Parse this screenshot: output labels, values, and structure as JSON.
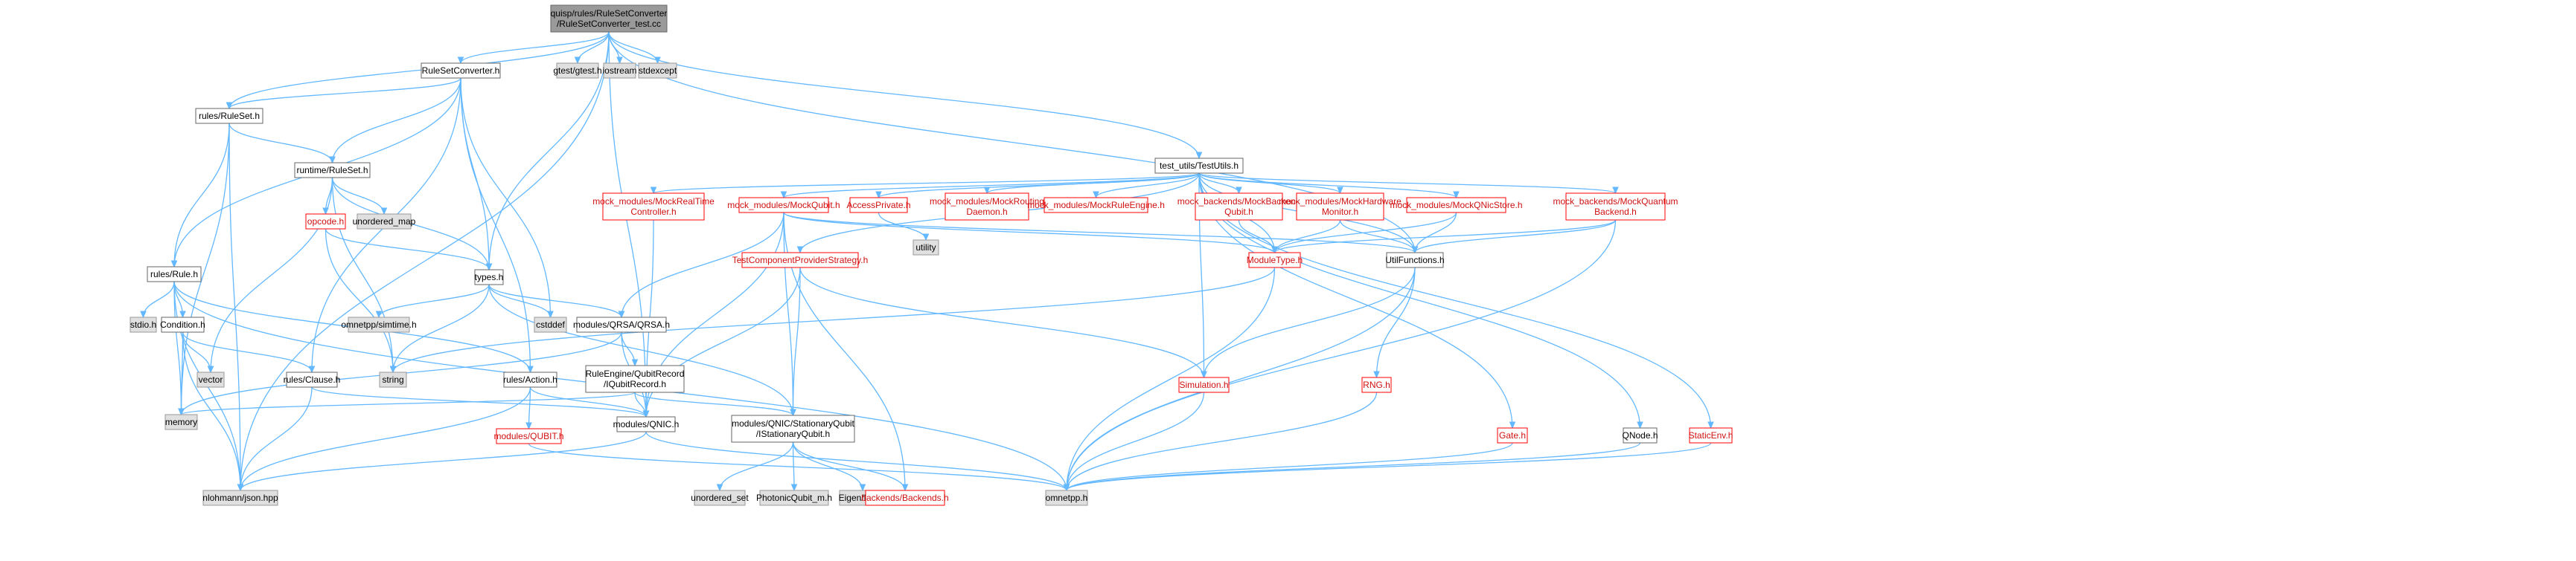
{
  "graph": {
    "nodes": [
      {
        "id": "root",
        "lines": [
          "quisp/rules/RuleSetConverter",
          "/RuleSetConverter_test.cc"
        ],
        "style": "root"
      },
      {
        "id": "rsc",
        "lines": [
          "RuleSetConverter.h"
        ],
        "style": "normal"
      },
      {
        "id": "gtest",
        "lines": [
          "gtest/gtest.h"
        ],
        "style": "gray"
      },
      {
        "id": "iostream",
        "lines": [
          "iostream"
        ],
        "style": "gray"
      },
      {
        "id": "stdexcept",
        "lines": [
          "stdexcept"
        ],
        "style": "gray"
      },
      {
        "id": "rules_ruleset",
        "lines": [
          "rules/RuleSet.h"
        ],
        "style": "normal"
      },
      {
        "id": "runtime_ruleset",
        "lines": [
          "runtime/RuleSet.h"
        ],
        "style": "normal"
      },
      {
        "id": "opcode",
        "lines": [
          "opcode.h"
        ],
        "style": "red"
      },
      {
        "id": "unordered_map",
        "lines": [
          "unordered_map"
        ],
        "style": "gray"
      },
      {
        "id": "rules_rule",
        "lines": [
          "rules/Rule.h"
        ],
        "style": "normal"
      },
      {
        "id": "types",
        "lines": [
          "types.h"
        ],
        "style": "normal"
      },
      {
        "id": "stdio",
        "lines": [
          "stdio.h"
        ],
        "style": "gray"
      },
      {
        "id": "condition",
        "lines": [
          "Condition.h"
        ],
        "style": "normal"
      },
      {
        "id": "omnetpp_simtime",
        "lines": [
          "omnetpp/simtime.h"
        ],
        "style": "gray"
      },
      {
        "id": "cstddef",
        "lines": [
          "cstddef"
        ],
        "style": "gray"
      },
      {
        "id": "qrsa",
        "lines": [
          "modules/QRSA/QRSA.h"
        ],
        "style": "normal"
      },
      {
        "id": "vector",
        "lines": [
          "vector"
        ],
        "style": "gray"
      },
      {
        "id": "rules_clause",
        "lines": [
          "rules/Clause.h"
        ],
        "style": "normal"
      },
      {
        "id": "string",
        "lines": [
          "string"
        ],
        "style": "gray"
      },
      {
        "id": "rules_action",
        "lines": [
          "rules/Action.h"
        ],
        "style": "normal"
      },
      {
        "id": "iqubitrecord",
        "lines": [
          "RuleEngine/QubitRecord",
          "/IQubitRecord.h"
        ],
        "style": "normal"
      },
      {
        "id": "memory",
        "lines": [
          "memory"
        ],
        "style": "gray"
      },
      {
        "id": "modules_qubit",
        "lines": [
          "modules/QUBIT.h"
        ],
        "style": "red"
      },
      {
        "id": "modules_qnic",
        "lines": [
          "modules/QNIC.h"
        ],
        "style": "normal"
      },
      {
        "id": "istationary",
        "lines": [
          "modules/QNIC/StationaryQubit",
          "/IStationaryQubit.h"
        ],
        "style": "normal"
      },
      {
        "id": "json",
        "lines": [
          "nlohmann/json.hpp"
        ],
        "style": "gray"
      },
      {
        "id": "unordered_set",
        "lines": [
          "unordered_set"
        ],
        "style": "gray"
      },
      {
        "id": "photonic",
        "lines": [
          "PhotonicQubit_m.h"
        ],
        "style": "gray"
      },
      {
        "id": "eigen",
        "lines": [
          "Eigen/Eigen"
        ],
        "style": "gray"
      },
      {
        "id": "backends",
        "lines": [
          "backends/Backends.h"
        ],
        "style": "red"
      },
      {
        "id": "omnetpp",
        "lines": [
          "omnetpp.h"
        ],
        "style": "gray"
      },
      {
        "id": "testutils",
        "lines": [
          "test_utils/TestUtils.h"
        ],
        "style": "normal"
      },
      {
        "id": "mock_realtime",
        "lines": [
          "mock_modules/MockRealTime",
          "Controller.h"
        ],
        "style": "red"
      },
      {
        "id": "mock_qubit",
        "lines": [
          "mock_modules/MockQubit.h"
        ],
        "style": "red"
      },
      {
        "id": "access_private",
        "lines": [
          "AccessPrivate.h"
        ],
        "style": "red"
      },
      {
        "id": "mock_routing",
        "lines": [
          "mock_modules/MockRouting",
          "Daemon.h"
        ],
        "style": "red"
      },
      {
        "id": "mock_ruleengine",
        "lines": [
          "mock_modules/MockRuleEngine.h"
        ],
        "style": "red"
      },
      {
        "id": "mock_backend_qubit",
        "lines": [
          "mock_backends/MockBackend",
          "Qubit.h"
        ],
        "style": "red"
      },
      {
        "id": "mock_hw_monitor",
        "lines": [
          "mock_modules/MockHardware",
          "Monitor.h"
        ],
        "style": "red"
      },
      {
        "id": "mock_qnicstore",
        "lines": [
          "mock_modules/MockQNicStore.h"
        ],
        "style": "red"
      },
      {
        "id": "mock_quantum_backend",
        "lines": [
          "mock_backends/MockQuantum",
          "Backend.h"
        ],
        "style": "red"
      },
      {
        "id": "utility",
        "lines": [
          "utility"
        ],
        "style": "gray"
      },
      {
        "id": "test_component",
        "lines": [
          "TestComponentProviderStrategy.h"
        ],
        "style": "red"
      },
      {
        "id": "moduletype",
        "lines": [
          "ModuleType.h"
        ],
        "style": "red"
      },
      {
        "id": "utilfunctions",
        "lines": [
          "UtilFunctions.h"
        ],
        "style": "normal"
      },
      {
        "id": "simulation",
        "lines": [
          "Simulation.h"
        ],
        "style": "red"
      },
      {
        "id": "rng",
        "lines": [
          "RNG.h"
        ],
        "style": "red"
      },
      {
        "id": "gate",
        "lines": [
          "Gate.h"
        ],
        "style": "red"
      },
      {
        "id": "qnode",
        "lines": [
          "QNode.h"
        ],
        "style": "normal"
      },
      {
        "id": "staticenv",
        "lines": [
          "StaticEnv.h"
        ],
        "style": "red"
      }
    ],
    "edges": [
      [
        "root",
        "rsc"
      ],
      [
        "root",
        "gtest"
      ],
      [
        "root",
        "iostream"
      ],
      [
        "root",
        "stdexcept"
      ],
      [
        "root",
        "rules_ruleset"
      ],
      [
        "root",
        "types"
      ],
      [
        "root",
        "testutils"
      ],
      [
        "root",
        "modules_qnic"
      ],
      [
        "root",
        "json"
      ],
      [
        "root",
        "utilfunctions"
      ],
      [
        "rsc",
        "rules_ruleset"
      ],
      [
        "rsc",
        "runtime_ruleset"
      ],
      [
        "rsc",
        "rules_rule"
      ],
      [
        "rsc",
        "types"
      ],
      [
        "rsc",
        "cstddef"
      ],
      [
        "rsc",
        "rules_clause"
      ],
      [
        "rsc",
        "rules_action"
      ],
      [
        "rules_ruleset",
        "runtime_ruleset"
      ],
      [
        "rules_ruleset",
        "rules_rule"
      ],
      [
        "rules_ruleset",
        "memory"
      ],
      [
        "rules_ruleset",
        "json"
      ],
      [
        "runtime_ruleset",
        "opcode"
      ],
      [
        "runtime_ruleset",
        "unordered_map"
      ],
      [
        "runtime_ruleset",
        "types"
      ],
      [
        "runtime_ruleset",
        "vector"
      ],
      [
        "runtime_ruleset",
        "string"
      ],
      [
        "opcode",
        "types"
      ],
      [
        "opcode",
        "string"
      ],
      [
        "rules_rule",
        "stdio"
      ],
      [
        "rules_rule",
        "condition"
      ],
      [
        "rules_rule",
        "memory"
      ],
      [
        "rules_rule",
        "json"
      ],
      [
        "rules_rule",
        "rules_action"
      ],
      [
        "rules_rule",
        "omnetpp"
      ],
      [
        "types",
        "omnetpp_simtime"
      ],
      [
        "types",
        "cstddef"
      ],
      [
        "types",
        "qrsa"
      ],
      [
        "types",
        "string"
      ],
      [
        "types",
        "istationary"
      ],
      [
        "condition",
        "vector"
      ],
      [
        "condition",
        "rules_clause"
      ],
      [
        "condition",
        "memory"
      ],
      [
        "condition",
        "json"
      ],
      [
        "qrsa",
        "iqubitrecord"
      ],
      [
        "qrsa",
        "modules_qnic"
      ],
      [
        "qrsa",
        "memory"
      ],
      [
        "rules_clause",
        "modules_qnic"
      ],
      [
        "rules_clause",
        "json"
      ],
      [
        "rules_action",
        "modules_qubit"
      ],
      [
        "rules_action",
        "modules_qnic"
      ],
      [
        "rules_action",
        "json"
      ],
      [
        "iqubitrecord",
        "modules_qnic"
      ],
      [
        "iqubitrecord",
        "istationary"
      ],
      [
        "iqubitrecord",
        "memory"
      ],
      [
        "modules_qubit",
        "omnetpp"
      ],
      [
        "modules_qnic",
        "json"
      ],
      [
        "modules_qnic",
        "omnetpp"
      ],
      [
        "istationary",
        "unordered_set"
      ],
      [
        "istationary",
        "photonic"
      ],
      [
        "istationary",
        "eigen"
      ],
      [
        "istationary",
        "backends"
      ],
      [
        "testutils",
        "mock_realtime"
      ],
      [
        "testutils",
        "mock_qubit"
      ],
      [
        "testutils",
        "access_private"
      ],
      [
        "testutils",
        "mock_routing"
      ],
      [
        "testutils",
        "mock_ruleengine"
      ],
      [
        "testutils",
        "mock_backend_qubit"
      ],
      [
        "testutils",
        "mock_hw_monitor"
      ],
      [
        "testutils",
        "mock_qnicstore"
      ],
      [
        "testutils",
        "mock_quantum_backend"
      ],
      [
        "testutils",
        "test_component"
      ],
      [
        "testutils",
        "moduletype"
      ],
      [
        "testutils",
        "utilfunctions"
      ],
      [
        "testutils",
        "simulation"
      ],
      [
        "testutils",
        "gate"
      ],
      [
        "testutils",
        "qnode"
      ],
      [
        "testutils",
        "staticenv"
      ],
      [
        "mock_realtime",
        "modules_qnic"
      ],
      [
        "mock_qubit",
        "modules_qnic"
      ],
      [
        "mock_qubit",
        "istationary"
      ],
      [
        "mock_qubit",
        "moduletype"
      ],
      [
        "mock_qubit",
        "backends"
      ],
      [
        "mock_qubit",
        "qrsa"
      ],
      [
        "mock_qubit",
        "utilfunctions"
      ],
      [
        "access_private",
        "utility"
      ],
      [
        "mock_backend_qubit",
        "moduletype"
      ],
      [
        "mock_hw_monitor",
        "moduletype"
      ],
      [
        "mock_hw_monitor",
        "utilfunctions"
      ],
      [
        "mock_qnicstore",
        "moduletype"
      ],
      [
        "mock_qnicstore",
        "utilfunctions"
      ],
      [
        "mock_quantum_backend",
        "moduletype"
      ],
      [
        "mock_quantum_backend",
        "utilfunctions"
      ],
      [
        "mock_quantum_backend",
        "omnetpp"
      ],
      [
        "test_component",
        "modules_qnic"
      ],
      [
        "test_component",
        "istationary"
      ],
      [
        "test_component",
        "simulation"
      ],
      [
        "moduletype",
        "string"
      ],
      [
        "moduletype",
        "omnetpp"
      ],
      [
        "utilfunctions",
        "simulation"
      ],
      [
        "utilfunctions",
        "rng"
      ],
      [
        "utilfunctions",
        "omnetpp"
      ],
      [
        "simulation",
        "omnetpp"
      ],
      [
        "rng",
        "omnetpp"
      ],
      [
        "gate",
        "omnetpp"
      ],
      [
        "qnode",
        "omnetpp"
      ],
      [
        "staticenv",
        "omnetpp"
      ]
    ]
  }
}
